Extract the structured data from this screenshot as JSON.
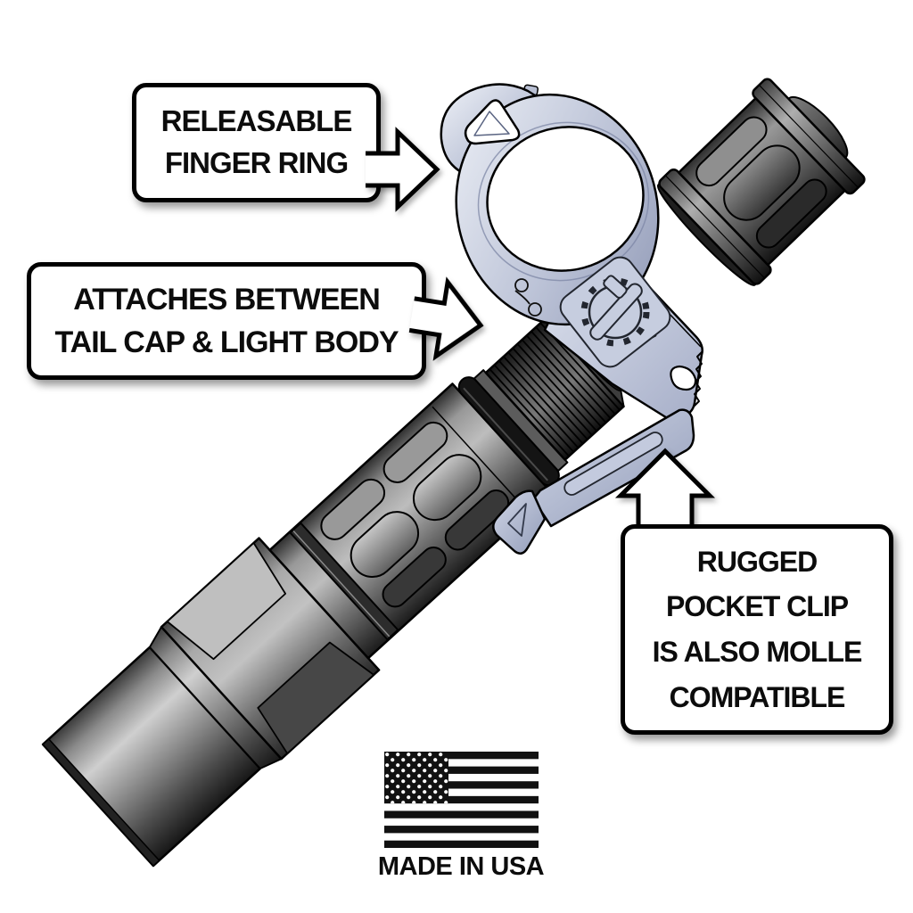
{
  "callouts": {
    "finger_ring": {
      "lines": [
        "RELEASABLE",
        "FINGER RING"
      ]
    },
    "attachment": {
      "lines": [
        "ATTACHES BETWEEN",
        "TAIL CAP & LIGHT BODY"
      ]
    },
    "pocket_clip": {
      "lines": [
        "RUGGED",
        "POCKET CLIP",
        "IS ALSO MOLLE",
        "COMPATIBLE"
      ]
    }
  },
  "badge": {
    "made_in_usa": "MADE IN USA"
  },
  "icons": {
    "arrow_right_icon": "white block arrow pointing right",
    "arrow_up_icon": "white block arrow pointing up",
    "us_flag_icon": "monochrome united states flag",
    "gear_logo_icon": "gear emblem engraved on clip body"
  },
  "colors": {
    "background": "#ffffff",
    "callout_bg": "#ffffff",
    "callout_border": "#000000",
    "callout_text": "#0c0c0c",
    "clip_accent": "#bfc6da",
    "flashlight_gray": "#8a8a8a",
    "tailcap_gray": "#5f5f5f",
    "flag_black": "#111111"
  }
}
